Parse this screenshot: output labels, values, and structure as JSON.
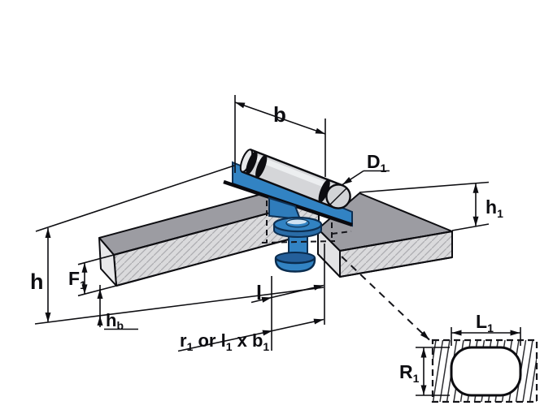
{
  "diagram": {
    "type": "technical-drawing",
    "subject": "Cam roller unit mounted on rail and plate with slot detail",
    "colors": {
      "part_blue": "#3283c3",
      "part_blue_dark": "#245f9a",
      "plate_top_gray": "#9c9ca2",
      "face_light_gray": "#dadadc",
      "line_black": "#0d0d11"
    },
    "labels": {
      "b": {
        "main": "b"
      },
      "d1": {
        "main": "D",
        "sub": "1"
      },
      "h1": {
        "main": "h",
        "sub": "1"
      },
      "h": {
        "main": "h"
      },
      "f1": {
        "main": "F",
        "sub": "1"
      },
      "hb": {
        "main": "h",
        "sub": "b"
      },
      "l": {
        "main": "l"
      },
      "r1": {
        "p0": "r",
        "s0": "1",
        "p1": " or l",
        "s1": "1",
        "p2": " x b",
        "s2": "1"
      },
      "L1": {
        "main": "L",
        "sub": "1"
      },
      "R1": {
        "main": "R",
        "sub": "1"
      }
    }
  }
}
